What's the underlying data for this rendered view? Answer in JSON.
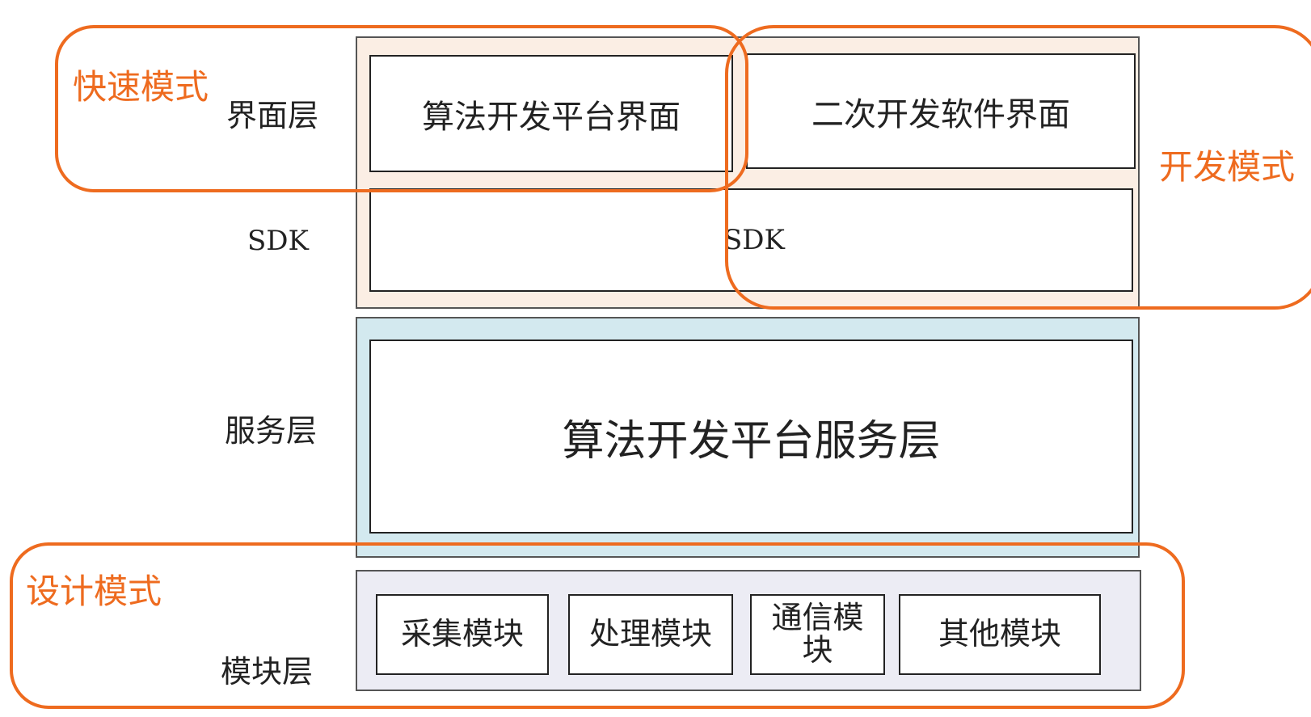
{
  "layers": {
    "ui": "界面层",
    "sdk": "SDK",
    "service": "服务层",
    "module": "模块层"
  },
  "ui_layer": {
    "left_box": "算法开发平台界面",
    "right_box": "二次开发软件界面"
  },
  "sdk_layer": {
    "box": "SDK"
  },
  "service_layer": {
    "box": "算法开发平台服务层"
  },
  "module_layer": {
    "modules": [
      "采集模块",
      "处理模块",
      "通信模块",
      "其他模块"
    ]
  },
  "modes": {
    "fast": "快速模式",
    "dev": "开发模式",
    "design": "设计模式"
  },
  "colors": {
    "mode_outline": "#ee6b1f",
    "top_layer_fill": "#fbeee4",
    "service_layer_fill": "#d3e9ef",
    "module_layer_fill": "#ececf4"
  }
}
